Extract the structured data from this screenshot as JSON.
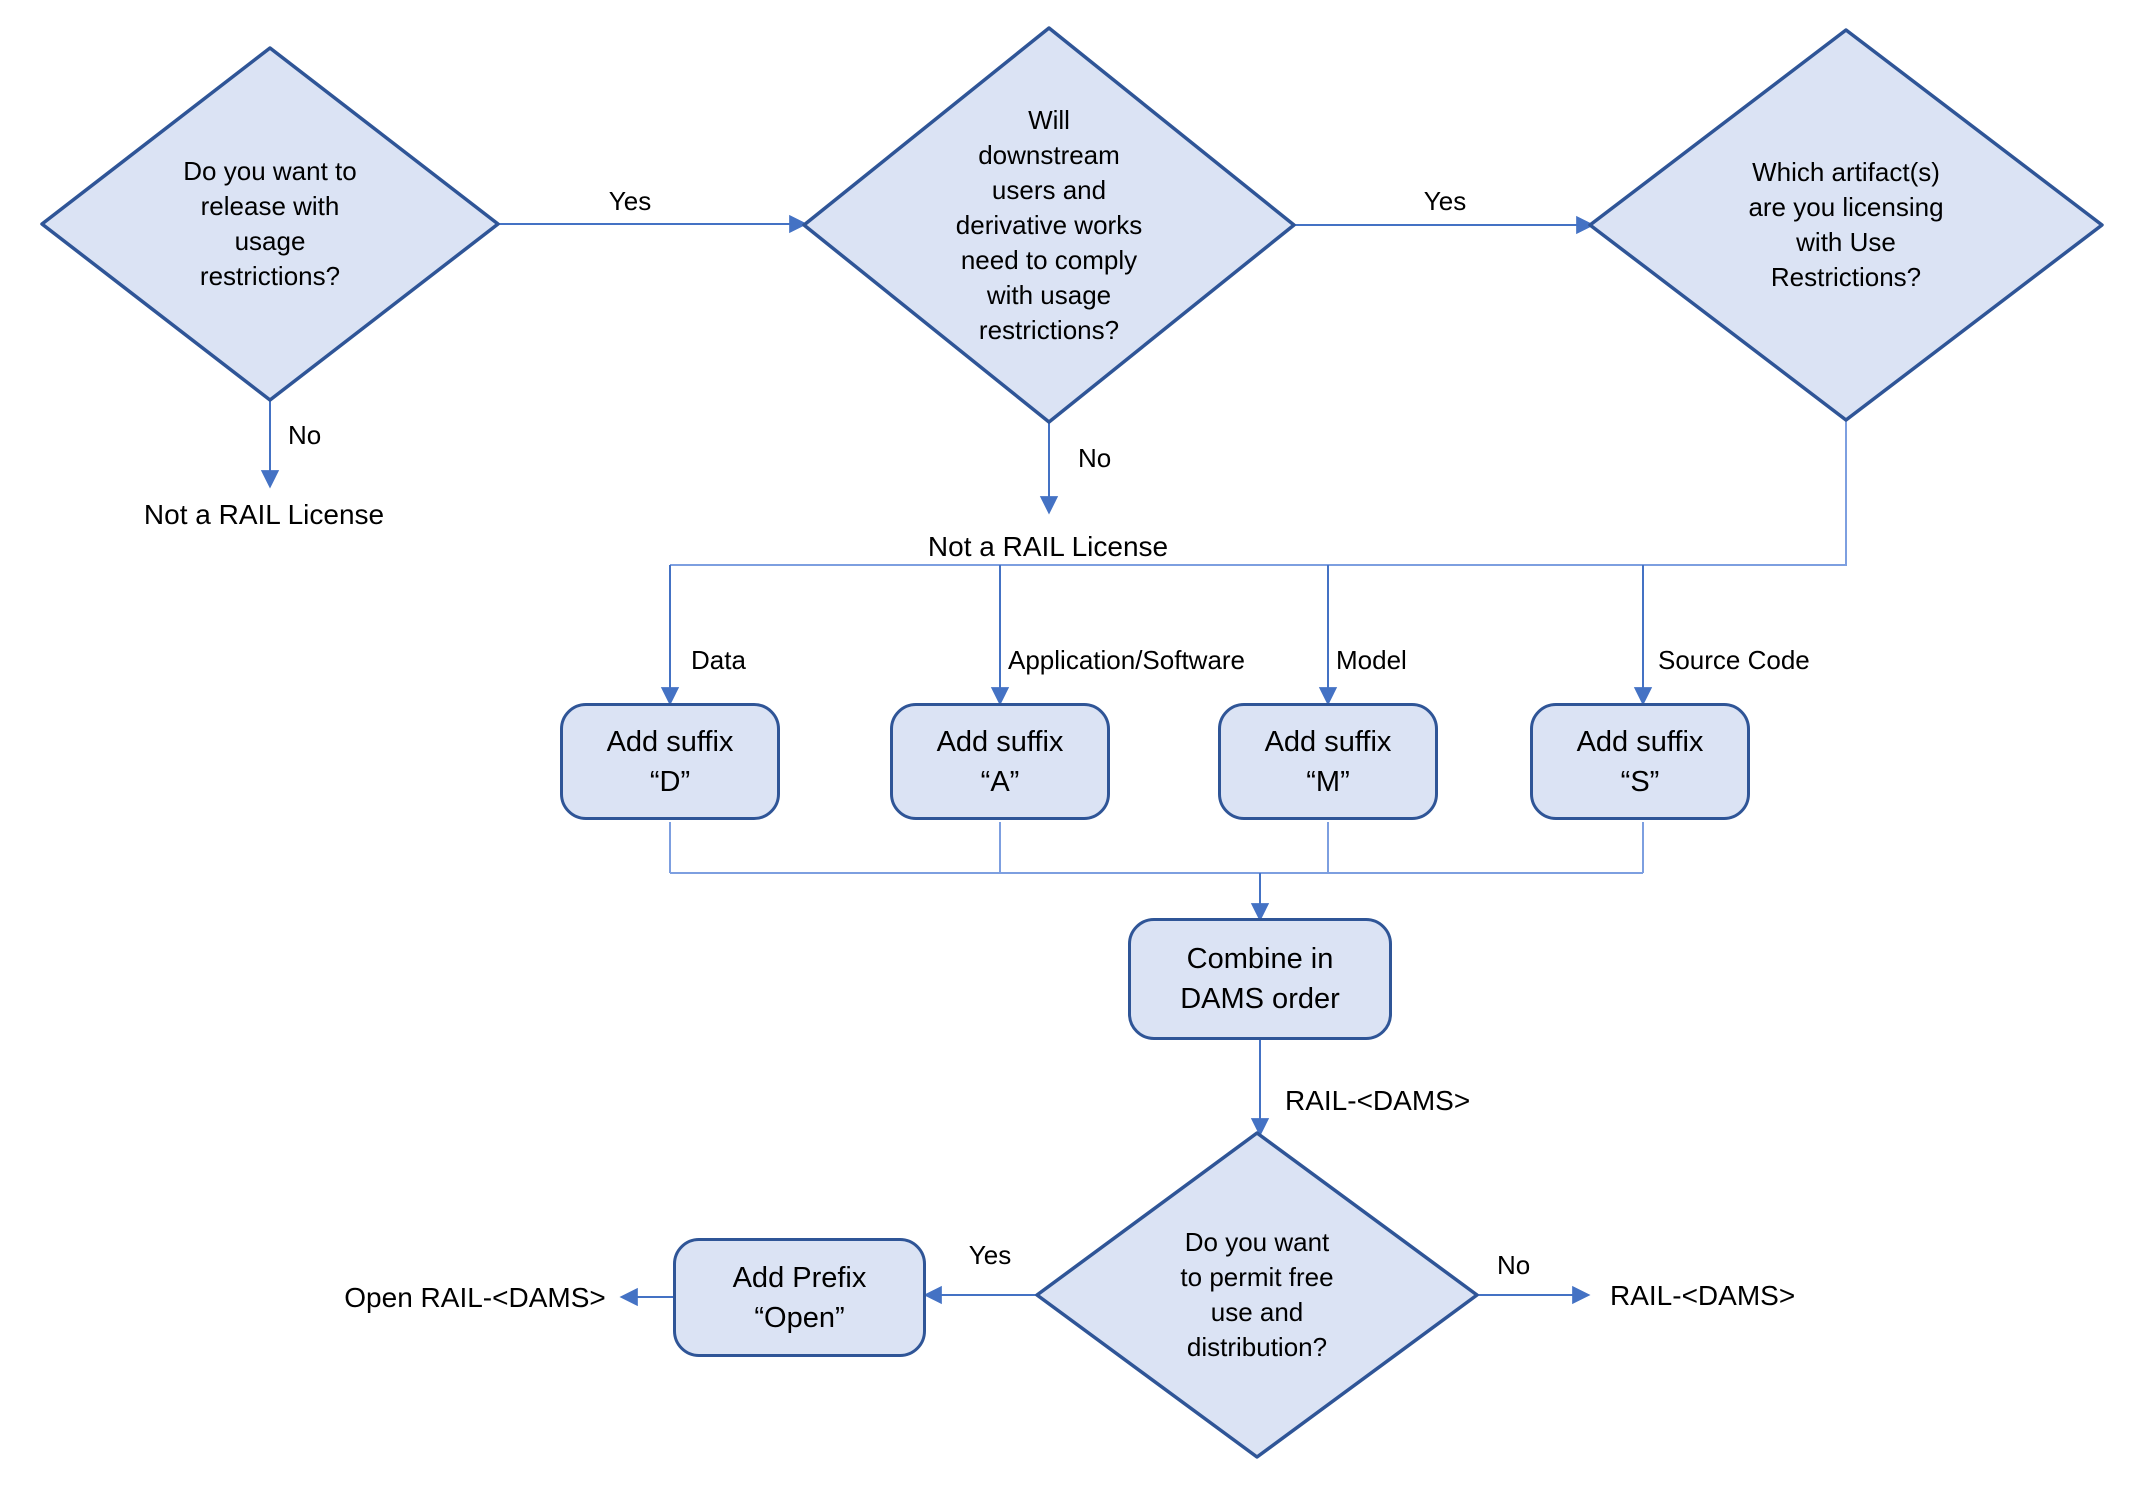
{
  "colors": {
    "node_fill": "#dbe3f4",
    "node_border": "#2f5597",
    "connector": "#4472c4",
    "connector_light": "#7d9fe0",
    "text": "#000000"
  },
  "nodes": {
    "decision1": {
      "lines": [
        "Do you want to",
        "release with",
        "usage",
        "restrictions?"
      ]
    },
    "decision2": {
      "lines": [
        "Will",
        "downstream",
        "users and",
        "derivative works",
        "need to comply",
        "with usage",
        "restrictions?"
      ]
    },
    "decision3": {
      "lines": [
        "Which artifact(s)",
        "are you licensing",
        "with Use",
        "Restrictions?"
      ]
    },
    "decision4": {
      "lines": [
        "Do you want",
        "to permit free",
        "use and",
        "distribution?"
      ]
    },
    "suffix_d": {
      "lines": [
        "Add suffix",
        "“D”"
      ]
    },
    "suffix_a": {
      "lines": [
        "Add suffix",
        "“A”"
      ]
    },
    "suffix_m": {
      "lines": [
        "Add suffix",
        "“M”"
      ]
    },
    "suffix_s": {
      "lines": [
        "Add suffix",
        "“S”"
      ]
    },
    "combine": {
      "lines": [
        "Combine in",
        "DAMS order"
      ]
    },
    "add_prefix": {
      "lines": [
        "Add Prefix",
        "“Open”"
      ]
    }
  },
  "edge_labels": {
    "yes1": "Yes",
    "yes2": "Yes",
    "yes3": "Yes",
    "no1": "No",
    "no2": "No",
    "no3": "No",
    "not_rail_1": "Not a RAIL License",
    "not_rail_2": "Not a RAIL License",
    "branch_data": "Data",
    "branch_application": "Application/Software",
    "branch_model": "Model",
    "branch_source": "Source Code",
    "rail_dams_mid": "RAIL-<DAMS>",
    "open_rail_result": "Open RAIL-<DAMS>",
    "rail_dams_result": "RAIL-<DAMS>"
  }
}
